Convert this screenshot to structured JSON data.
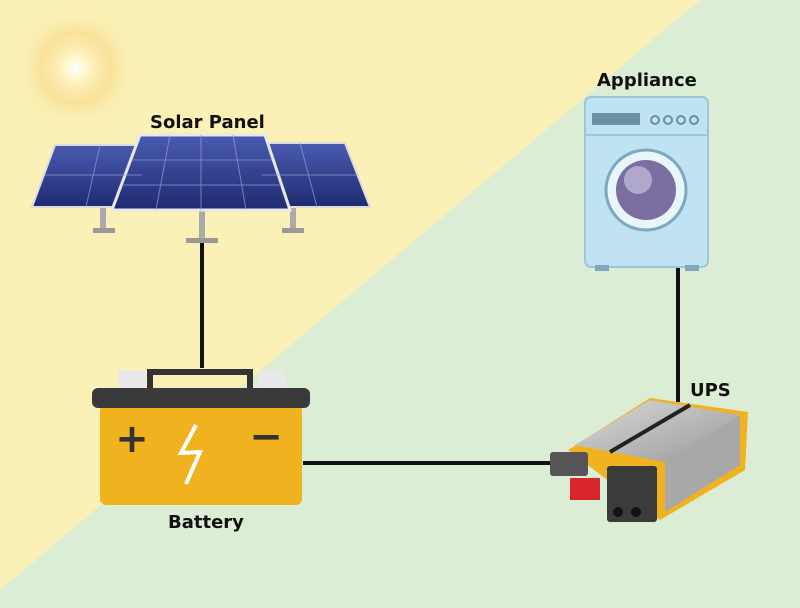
{
  "labels": {
    "solar_panel": "Solar Panel",
    "appliance": "Appliance",
    "ups": "UPS",
    "battery": "Battery"
  },
  "battery_symbols": {
    "positive": "+",
    "negative": "−"
  },
  "colors": {
    "bg_yellow": "#fbf0b5",
    "bg_green": "#d8ead4",
    "battery": "#f0b21e",
    "battery_lid": "#3a3a3a",
    "panel": "#2c3a8c",
    "wire": "#111111",
    "appliance": "#bfe3f2"
  }
}
